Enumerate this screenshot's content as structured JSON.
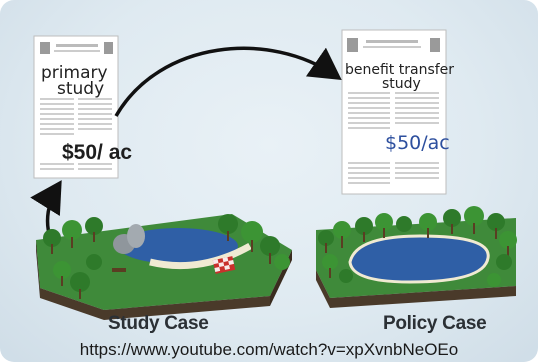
{
  "primary_doc": {
    "label_line1": "primary",
    "label_line2": "study",
    "value": "$50/ ac"
  },
  "transfer_doc": {
    "label_line1": "benefit transfer",
    "label_line2": "study",
    "value": "$50/ac"
  },
  "study_case": {
    "label": "Study Case"
  },
  "policy_case": {
    "label": "Policy Case"
  },
  "source_url": "https://www.youtube.com/watch?v=xpXvnbNeOEo",
  "colors": {
    "background": "#dfeaf1",
    "grass": "#3f8a3a",
    "water": "#2f5fa6",
    "soil": "#4a3a2a",
    "handwriting": "#2d4f9e"
  }
}
